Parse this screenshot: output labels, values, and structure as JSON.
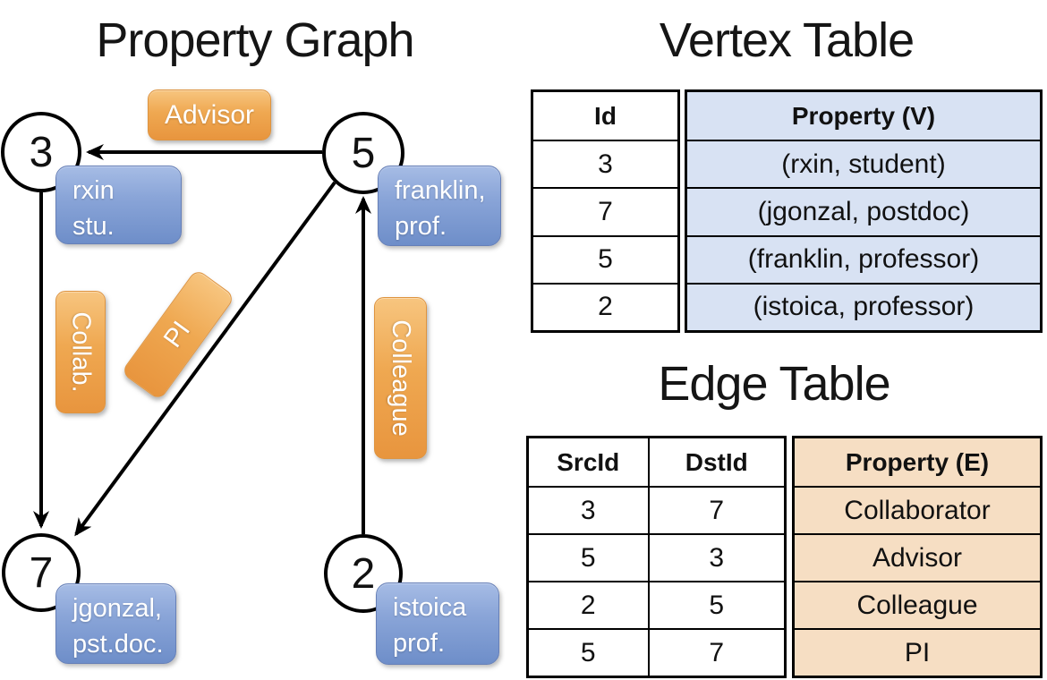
{
  "graph": {
    "title": "Property Graph",
    "nodes": [
      {
        "id": "3",
        "line1": "rxin",
        "line2": "stu."
      },
      {
        "id": "5",
        "line1": "franklin,",
        "line2": "prof."
      },
      {
        "id": "7",
        "line1": "jgonzal,",
        "line2": "pst.doc."
      },
      {
        "id": "2",
        "line1": "istoica",
        "line2": "prof."
      }
    ],
    "edge_labels": {
      "advisor": "Advisor",
      "collab": "Collab.",
      "pi": "PI",
      "colleague": "Colleague"
    }
  },
  "vertex_table": {
    "title": "Vertex Table",
    "headers": {
      "id": "Id",
      "property": "Property (V)"
    },
    "rows": [
      {
        "id": "3",
        "property": "(rxin, student)"
      },
      {
        "id": "7",
        "property": "(jgonzal, postdoc)"
      },
      {
        "id": "5",
        "property": "(franklin, professor)"
      },
      {
        "id": "2",
        "property": "(istoica, professor)"
      }
    ]
  },
  "edge_table": {
    "title": "Edge Table",
    "headers": {
      "src": "SrcId",
      "dst": "DstId",
      "property": "Property (E)"
    },
    "rows": [
      {
        "src": "3",
        "dst": "7",
        "property": "Collaborator"
      },
      {
        "src": "5",
        "dst": "3",
        "property": "Advisor"
      },
      {
        "src": "2",
        "dst": "5",
        "property": "Colleague"
      },
      {
        "src": "5",
        "dst": "7",
        "property": "PI"
      }
    ]
  },
  "colors": {
    "edge_label_orange": "#EFA851",
    "node_property_blue": "#7E9BD3",
    "vertex_property_cell_bg": "#D8E2F3",
    "edge_property_cell_bg": "#F6DEC3",
    "line_black": "#000000"
  }
}
